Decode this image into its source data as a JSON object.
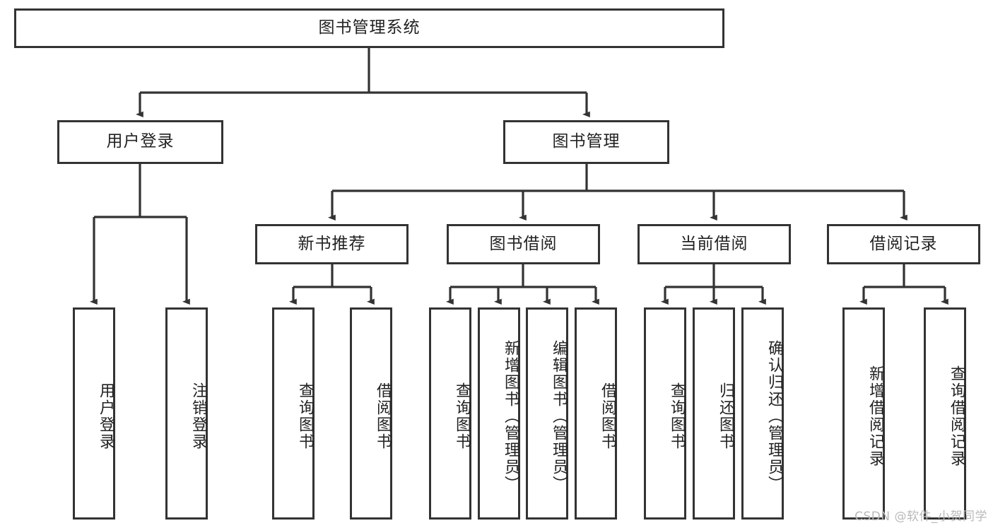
{
  "diagram": {
    "title": "图书管理系统",
    "type": "tree",
    "watermark": "CSDN @软件_小贺同学",
    "colors": {
      "border": "#333333",
      "fill": "#ffffff",
      "text": "#222222",
      "line": "#333333",
      "watermark": "#b9b9b9"
    },
    "root": {
      "label": "图书管理系统"
    },
    "level2": [
      {
        "label": "用户登录"
      },
      {
        "label": "图书管理"
      }
    ],
    "level3": [
      {
        "label": "新书推荐"
      },
      {
        "label": "图书借阅"
      },
      {
        "label": "当前借阅"
      },
      {
        "label": "借阅记录"
      }
    ],
    "leaves": {
      "user_login": [
        {
          "label": "用户登录"
        },
        {
          "label": "注销登录"
        }
      ],
      "new_book": [
        {
          "label": "查询图书"
        },
        {
          "label": "借阅图书"
        }
      ],
      "book_borrow": [
        {
          "label": "查询图书"
        },
        {
          "label": "新增图书（管理员）"
        },
        {
          "label": "编辑图书（管理员）"
        },
        {
          "label": "借阅图书"
        }
      ],
      "current_borrow": [
        {
          "label": "查询图书"
        },
        {
          "label": "归还图书"
        },
        {
          "label": "确认归还（管理员）"
        }
      ],
      "borrow_record": [
        {
          "label": "新增借阅记录"
        },
        {
          "label": "查询借阅记录"
        }
      ]
    }
  }
}
